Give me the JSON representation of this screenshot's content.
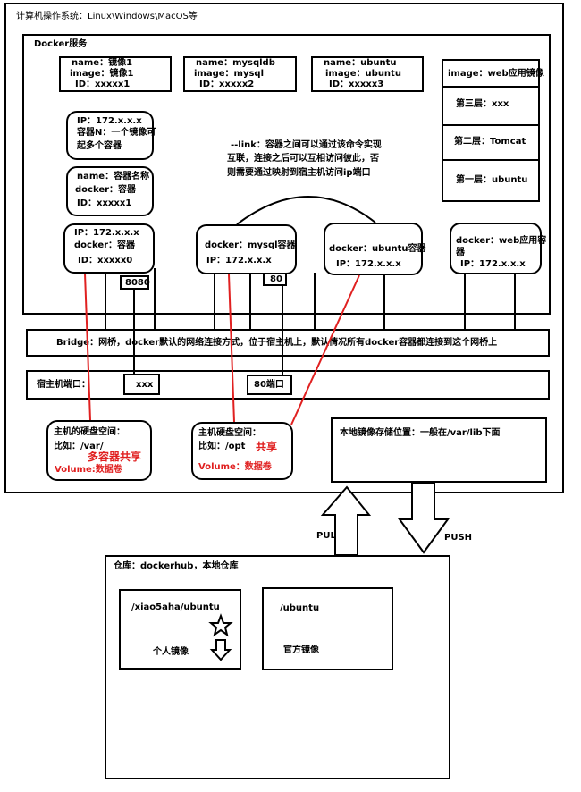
{
  "os": {
    "title": "计算机操作系统：Linux\\Windows\\MacOS等"
  },
  "docker": {
    "title": "Docker服务"
  },
  "images": [
    {
      "lines": [
        "name：镜像1",
        "image：镜像1",
        "ID：xxxxx1"
      ]
    },
    {
      "lines": [
        "name：mysqldb",
        "image：mysql",
        "ID：xxxxx2"
      ]
    },
    {
      "lines": [
        "name：ubuntu",
        "image：ubuntu",
        "ID：xxxxx3"
      ]
    }
  ],
  "web_image": {
    "title": "image：web应用镜像",
    "layers": [
      "第三层：xxx",
      "第二层：Tomcat",
      "第一层：ubuntu"
    ]
  },
  "containers": {
    "note": {
      "lines": [
        "IP：172.x.x.x",
        "容器N：一个镜像可",
        "起多个容器"
      ]
    },
    "named": {
      "lines": [
        "name：容器名称",
        "docker：容器",
        "ID：xxxxx1"
      ]
    },
    "c0": {
      "lines": [
        "IP：172.x.x.x",
        "docker：容器",
        "ID：xxxxx0"
      ]
    },
    "mysql": {
      "lines": [
        "docker：mysql容器",
        "IP：172.x.x.x"
      ]
    },
    "ubuntu": {
      "lines": [
        "docker：ubuntu容器",
        "IP：172.x.x.x"
      ]
    },
    "web": {
      "lines": [
        "docker：web应用容",
        "器",
        "IP：172.x.x.x"
      ]
    }
  },
  "ports": {
    "p8080": "8080",
    "p80": "80",
    "host_xxx": "xxx",
    "host_80": "80端口"
  },
  "link_note": [
    "--link：容器之间可以通过该命令实现",
    "互联，连接之后可以互相访问彼此，否",
    "则需要通过映射到宿主机访问ip端口"
  ],
  "bridge": {
    "label": "Bridge：网桥，docker默认的网络连接方式，位于宿主机上，默认情况所有docker容器都连接到这个网桥上"
  },
  "host_ports": {
    "label": "宿主机端口："
  },
  "disk1": {
    "title": "主机的硬盘空间：",
    "example": "比如：/var/",
    "share": "多容器共享",
    "volume": "Volume:数据卷"
  },
  "disk2": {
    "title": "主机硬盘空间：",
    "example": "比如：/opt",
    "share": "共享",
    "volume": "Volume：数据卷"
  },
  "local_store": {
    "label": "本地镜像存储位置：一般在/var/lib下面"
  },
  "arrows": {
    "pull": "PULL",
    "push": "PUSH"
  },
  "repo": {
    "title": "仓库：dockerhub，本地仓库",
    "personal": {
      "path": "/xiao5aha/ubuntu",
      "label": "个人镜像"
    },
    "official": {
      "path": "/ubuntu",
      "label": "官方镜像"
    }
  },
  "colors": {
    "line": "#000000",
    "mount": "#e02020"
  }
}
